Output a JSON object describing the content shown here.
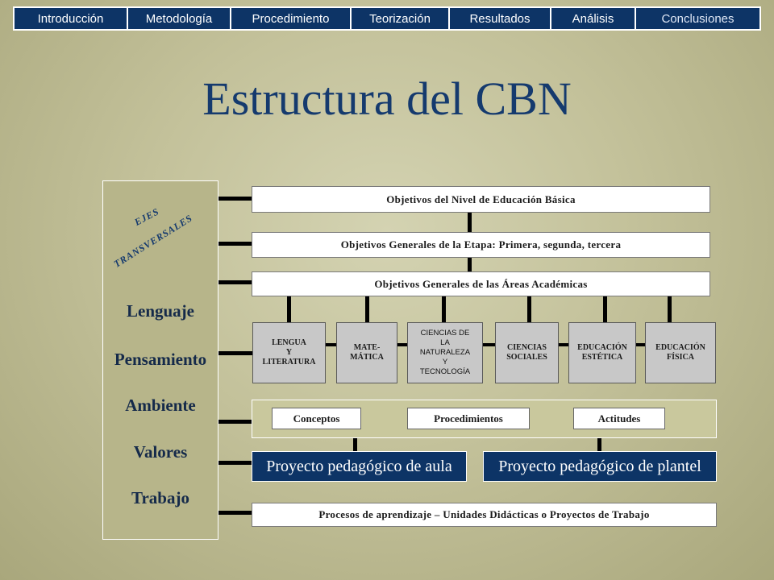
{
  "nav": {
    "tabs": [
      {
        "label": "Introducción",
        "width": 141
      },
      {
        "label": "Metodología",
        "width": 128
      },
      {
        "label": "Procedimiento",
        "width": 149
      },
      {
        "label": "Teorización",
        "width": 122
      },
      {
        "label": "Resultados",
        "width": 126
      },
      {
        "label": "Análisis",
        "width": 105
      },
      {
        "label": "Conclusiones",
        "width": 157
      }
    ]
  },
  "title": "Estructura del CBN",
  "ejes": {
    "heading_line1": "EJES",
    "heading_line2": "TRANSVERSALES",
    "items": [
      "Lenguaje",
      "Pensamiento",
      "Ambiente",
      "Valores",
      "Trabajo"
    ]
  },
  "boxes": {
    "objetivos_nivel": "Objetivos del Nivel de Educación Básica",
    "objetivos_etapa": "Objetivos Generales de la Etapa: Primera, segunda, tercera",
    "objetivos_areas": "Objetivos Generales de las Áreas Académicas"
  },
  "areas": [
    "LENGUA\nY\nLITERATURA",
    "MATE-\nMÁTICA",
    "CIENCIAS DE\nLA\nNATURALEZA\nY\nTECNOLOGÍA",
    "CIENCIAS\nSOCIALES",
    "EDUCACIÓN\nESTÉTICA",
    "EDUCACIÓN\nFÍSICA"
  ],
  "contenidos": [
    "Conceptos",
    "Procedimientos",
    "Actitudes"
  ],
  "proyectos": {
    "aula": "Proyecto pedagógico de aula",
    "plantel": "Proyecto pedagógico de plantel"
  },
  "procesos": "Procesos de aprendizaje – Unidades Didácticas o Proyectos de Trabajo",
  "colors": {
    "nav_bg": "#0d3466",
    "title": "#153a6e",
    "background": "#c3c19a"
  }
}
